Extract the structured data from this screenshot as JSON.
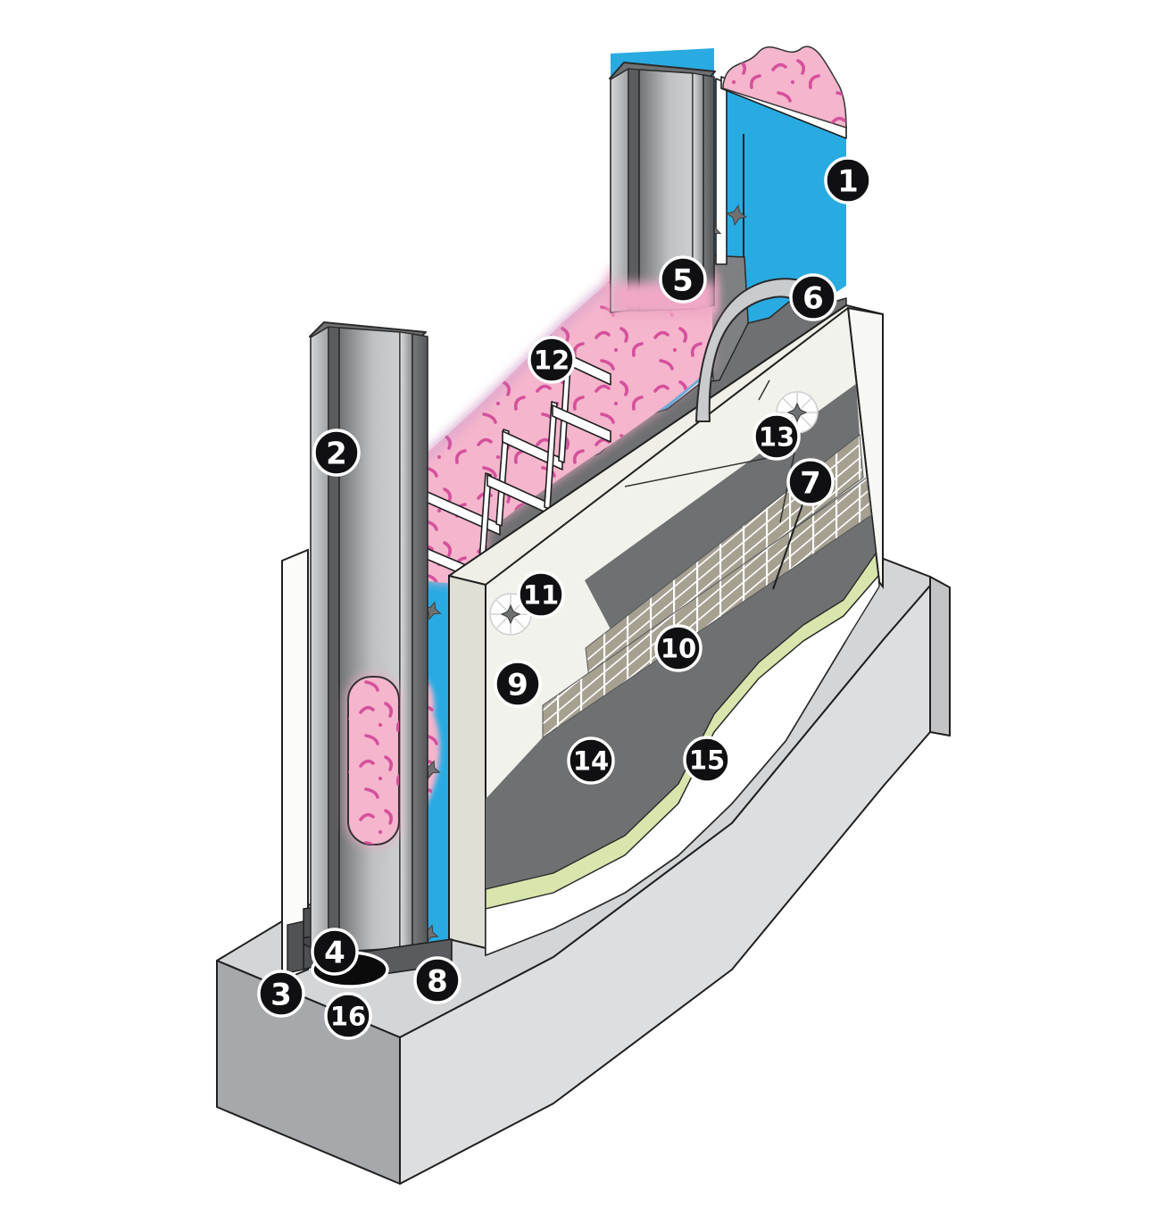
{
  "diagram": {
    "type": "wall-assembly-cutaway",
    "callouts": [
      {
        "label": "1"
      },
      {
        "label": "2"
      },
      {
        "label": "3"
      },
      {
        "label": "4"
      },
      {
        "label": "5"
      },
      {
        "label": "6"
      },
      {
        "label": "7"
      },
      {
        "label": "8"
      },
      {
        "label": "9"
      },
      {
        "label": "10"
      },
      {
        "label": "11"
      },
      {
        "label": "12"
      },
      {
        "label": "13"
      },
      {
        "label": "14"
      },
      {
        "label": "15"
      },
      {
        "label": "16"
      }
    ],
    "palette": {
      "sheathing_blue": "#29ABE2",
      "insulation_pink": "#F5B5CC",
      "insulation_dash": "#D4519C",
      "foam_cream": "#F2F2EC",
      "foam_top": "#EFEFE8",
      "foam_side": "#DFDFD6",
      "base_coat_gray": "#6E7071",
      "mesh_tan": "#A6A091",
      "finish_green": "#D8E5AC",
      "bottom_band_white": "#FFFFFF",
      "concrete_top": "#D3D5D7",
      "concrete_front": "#DDDEE0",
      "concrete_side": "#A6A8AB",
      "steel_light": "#C9CBCD",
      "steel_dark": "#58595B",
      "track_dark": "#47484A",
      "badge_black": "#101012"
    }
  }
}
